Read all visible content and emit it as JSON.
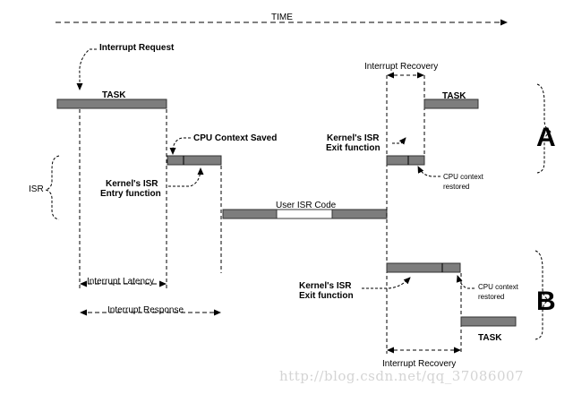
{
  "labels": {
    "time": "TIME",
    "interrupt_request": "Interrupt Request",
    "task_top": "TASK",
    "cpu_context_saved": "CPU Context Saved",
    "isr": "ISR",
    "kernel_isr_entry_line1": "Kernel's ISR",
    "kernel_isr_entry_line2": "Entry function",
    "user_isr_code": "User ISR Code",
    "interrupt_latency": "Interrupt Latency",
    "interrupt_response": "Interrupt Response",
    "interrupt_recovery_top": "Interrupt Recovery",
    "task_a": "TASK",
    "kernel_isr_exit_a_line1": "Kernel's ISR",
    "kernel_isr_exit_a_line2": "Exit function",
    "cpu_context_restored_a_line1": "CPU context",
    "cpu_context_restored_a_line2": "restored",
    "label_a": "A",
    "kernel_isr_exit_b_line1": "Kernel's ISR",
    "kernel_isr_exit_b_line2": "Exit function",
    "cpu_context_restored_b_line1": "CPU context",
    "cpu_context_restored_b_line2": "restored",
    "label_b": "B",
    "task_b": "TASK",
    "interrupt_recovery_bottom": "Interrupt Recovery"
  },
  "watermark": "http://blog.csdn.net/qq_37086007",
  "colors": {
    "bar_fill": "#7d7d7d",
    "line": "#000000",
    "watermark": "#d4d4d4"
  }
}
